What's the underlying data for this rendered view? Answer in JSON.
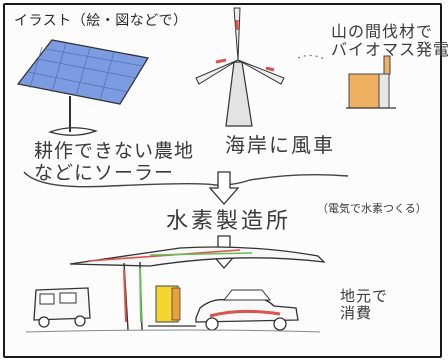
{
  "header": {
    "label": "イラスト（絵・図などで）"
  },
  "solar": {
    "line1": "耕作できない農地",
    "line2": "などにソーラー"
  },
  "wind": {
    "label": "海岸に風車"
  },
  "biomass": {
    "line1": "山の間伐材で",
    "line2": "バイオマス発電"
  },
  "hydrogen_plant": {
    "label": "水素製造所",
    "note": "（電気で水素つくる）"
  },
  "consumption": {
    "line1": "地元で",
    "line2": "消費"
  },
  "colors": {
    "pencil": "#2f2f2f",
    "solar_blue": "#6f8fd6",
    "accent_red": "#d9534f",
    "accent_green": "#6bbf59",
    "accent_yellow": "#f2d22e",
    "accent_orange": "#e8a040"
  }
}
